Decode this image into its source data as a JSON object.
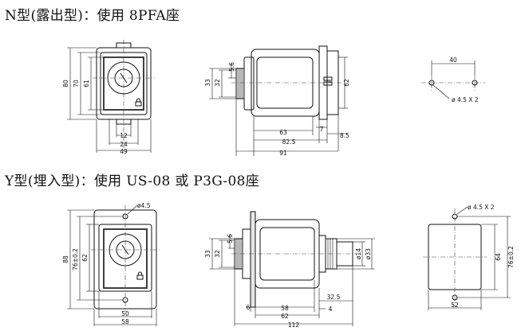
{
  "headings": {
    "n_type": "N型(露出型)：使用 8PFA座",
    "y_type": "Y型(埋入型)：使用 US-08 或 P3G-08座"
  },
  "n_front": {
    "height_outer": "80",
    "height_mid": "70",
    "height_inner": "61",
    "width_small": "12",
    "width_mid": "24",
    "width_total": "49"
  },
  "n_side": {
    "height_a": "33",
    "height_b": "32",
    "height_c": "5.6",
    "height_right": "62",
    "depth_a": "63",
    "depth_b": "82.5",
    "depth_total": "91",
    "depth_tab": "7",
    "depth_tail": "8.5"
  },
  "n_mount": {
    "spacing": "40",
    "hole_label": "ø 4.5 X 2"
  },
  "y_front": {
    "hole_label": "ø4.5",
    "height_outer": "88",
    "height_tol": "76±0.2",
    "height_inner": "62",
    "width_inner": "50",
    "width_outer": "58"
  },
  "y_side": {
    "height_a": "33",
    "height_b": "32",
    "height_c": "5.6",
    "dia_small": "ø14",
    "dia_large": "ø33",
    "depth_panel": "6",
    "depth_a": "58",
    "depth_b": "62",
    "depth_total": "112",
    "depth_tail": "32.5",
    "depth_gap": "4"
  },
  "y_mount": {
    "hole_label": "ø 4.5 X 2",
    "height_a": "64",
    "height_tol": "76±0.2",
    "width": "52"
  }
}
